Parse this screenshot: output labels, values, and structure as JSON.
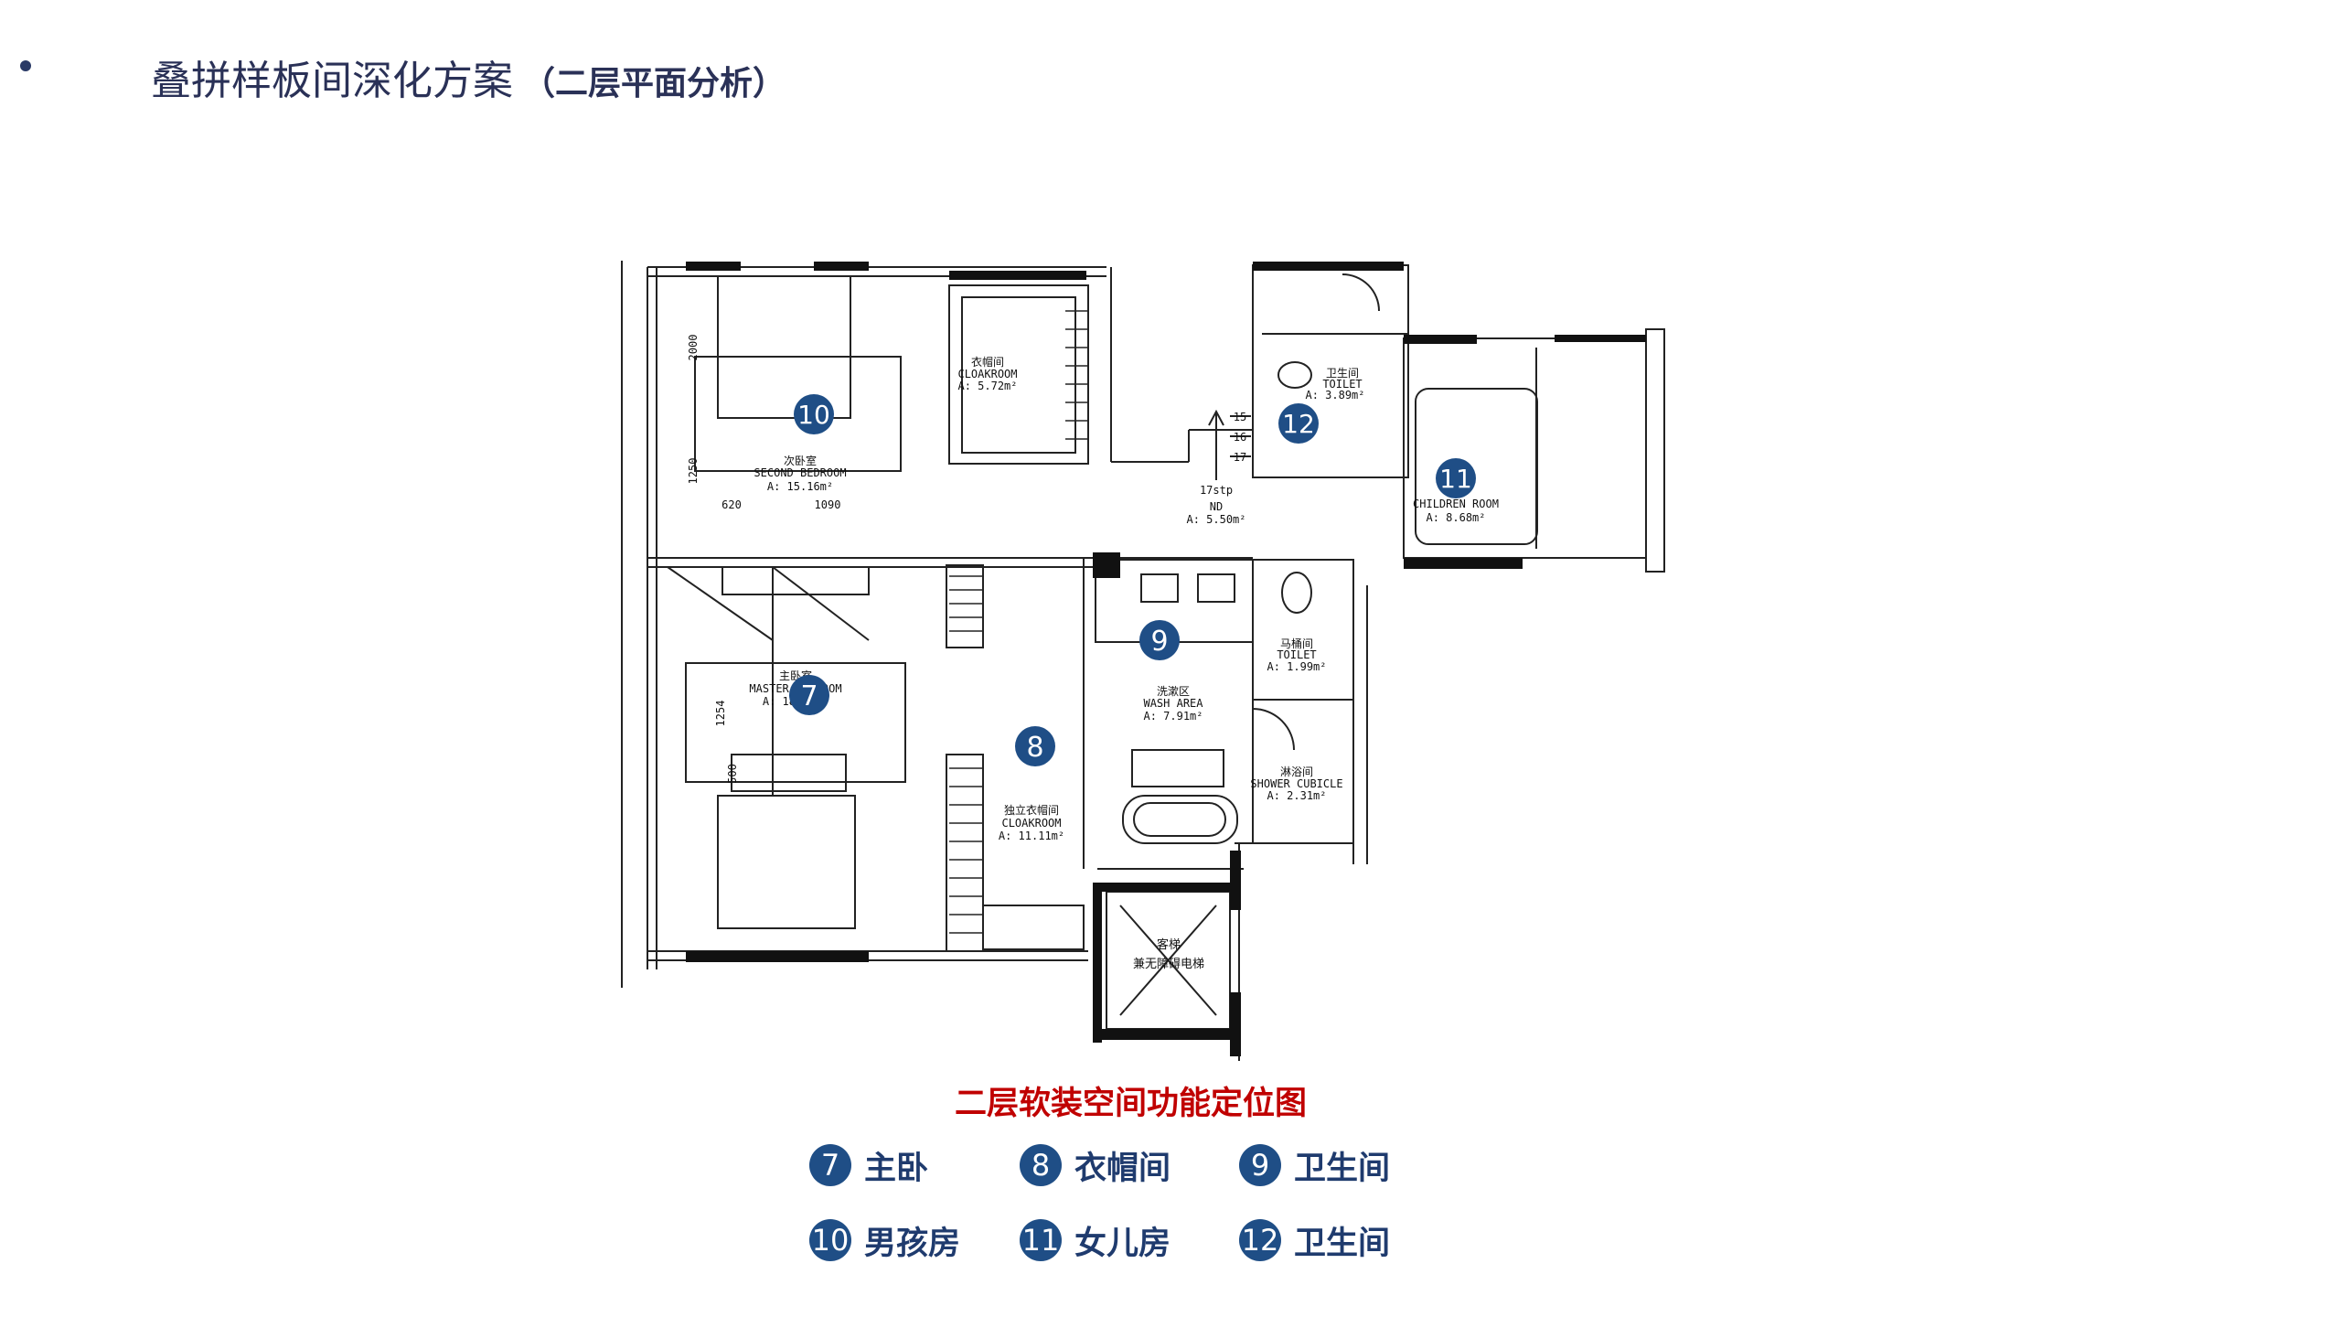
{
  "header": {
    "title": "叠拼样板间深化方案",
    "subtitle": "（二层平面分析）"
  },
  "plan": {
    "rooms": {
      "cloakroom_top": {
        "cn": "衣帽间",
        "en": "CLOAKROOM",
        "area": "A: 5.72m²"
      },
      "second_bedroom": {
        "cn": "次卧室",
        "en": "SECOND BEDROOM",
        "area": "A: 15.16m²"
      },
      "toilet_top": {
        "cn": "卫生间",
        "en": "TOILET",
        "area": "A: 3.89m²"
      },
      "stair": {
        "steps": "17stp",
        "dir": "ND",
        "area": "A: 5.50m²",
        "s15": "15",
        "s16": "16",
        "s17": "17"
      },
      "children_room": {
        "en": "CHILDREN ROOM",
        "area": "A: 8.68m²"
      },
      "master_bedroom": {
        "cn": "主卧室",
        "en": "MASTER BEDROOM",
        "area": "A: 18.__m²"
      },
      "wash_area": {
        "cn": "洗漱区",
        "en": "WASH  AREA",
        "area": "A: 7.91m²"
      },
      "toilet_right": {
        "cn": "马桶间",
        "en": "TOILET",
        "area": "A: 1.99m²"
      },
      "shower": {
        "cn": "淋浴间",
        "en": "SHOWER CUBICLE",
        "area": "A: 2.31m²"
      },
      "cloakroom_main": {
        "cn": "独立衣帽间",
        "en": "CLOAKROOM",
        "area": "A: 11.11m²"
      },
      "elevator": {
        "line1": "客梯",
        "line2": "兼无障碍电梯"
      }
    },
    "dims": {
      "d2000": "2000",
      "d1250": "1250",
      "d620": "620",
      "d1090": "1090",
      "d1254": "1254",
      "d500": "500"
    },
    "markers": {
      "m7": "7",
      "m8": "8",
      "m9": "9",
      "m10": "10",
      "m11": "11",
      "m12": "12"
    }
  },
  "caption": "二层软装空间功能定位图",
  "legend": [
    {
      "num": "7",
      "label": "主卧"
    },
    {
      "num": "8",
      "label": "衣帽间"
    },
    {
      "num": "9",
      "label": "卫生间"
    },
    {
      "num": "10",
      "label": "男孩房"
    },
    {
      "num": "11",
      "label": "女儿房"
    },
    {
      "num": "12",
      "label": "卫生间"
    }
  ],
  "colors": {
    "marker": "#1f4e86",
    "caption": "#c00000",
    "title": "#2a3157"
  }
}
